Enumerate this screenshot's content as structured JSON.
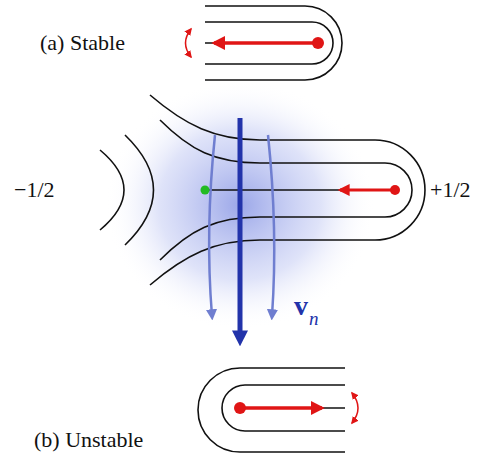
{
  "diagram": {
    "labels": [
      "(a) Stable",
      "−1/2",
      "+1/2",
      "v",
      "n",
      "(b) Unstable"
    ]
  }
}
